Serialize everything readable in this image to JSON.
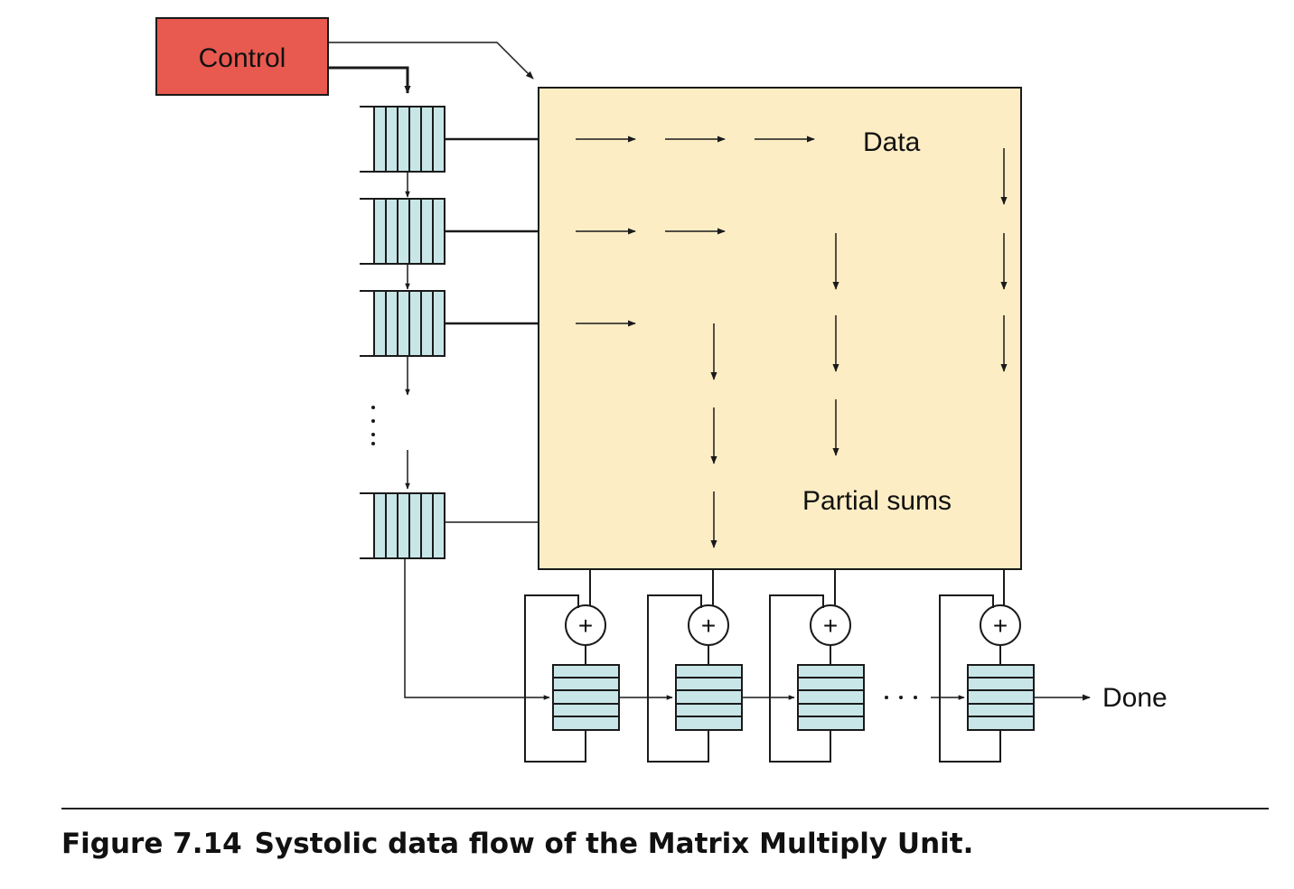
{
  "diagram": {
    "control_label": "Control",
    "data_label": "Data",
    "partial_sums_label": "Partial sums",
    "done_label": "Done",
    "adder_symbol": "+",
    "colors": {
      "control_fill": "#e8594f",
      "array_fill": "#fcedc4",
      "fifo_fill": "#c8e6e8",
      "stroke": "#1a1a1a"
    }
  },
  "caption": {
    "figure_number": "Figure 7.14",
    "text": "Systolic data flow of the Matrix Multiply Unit."
  }
}
